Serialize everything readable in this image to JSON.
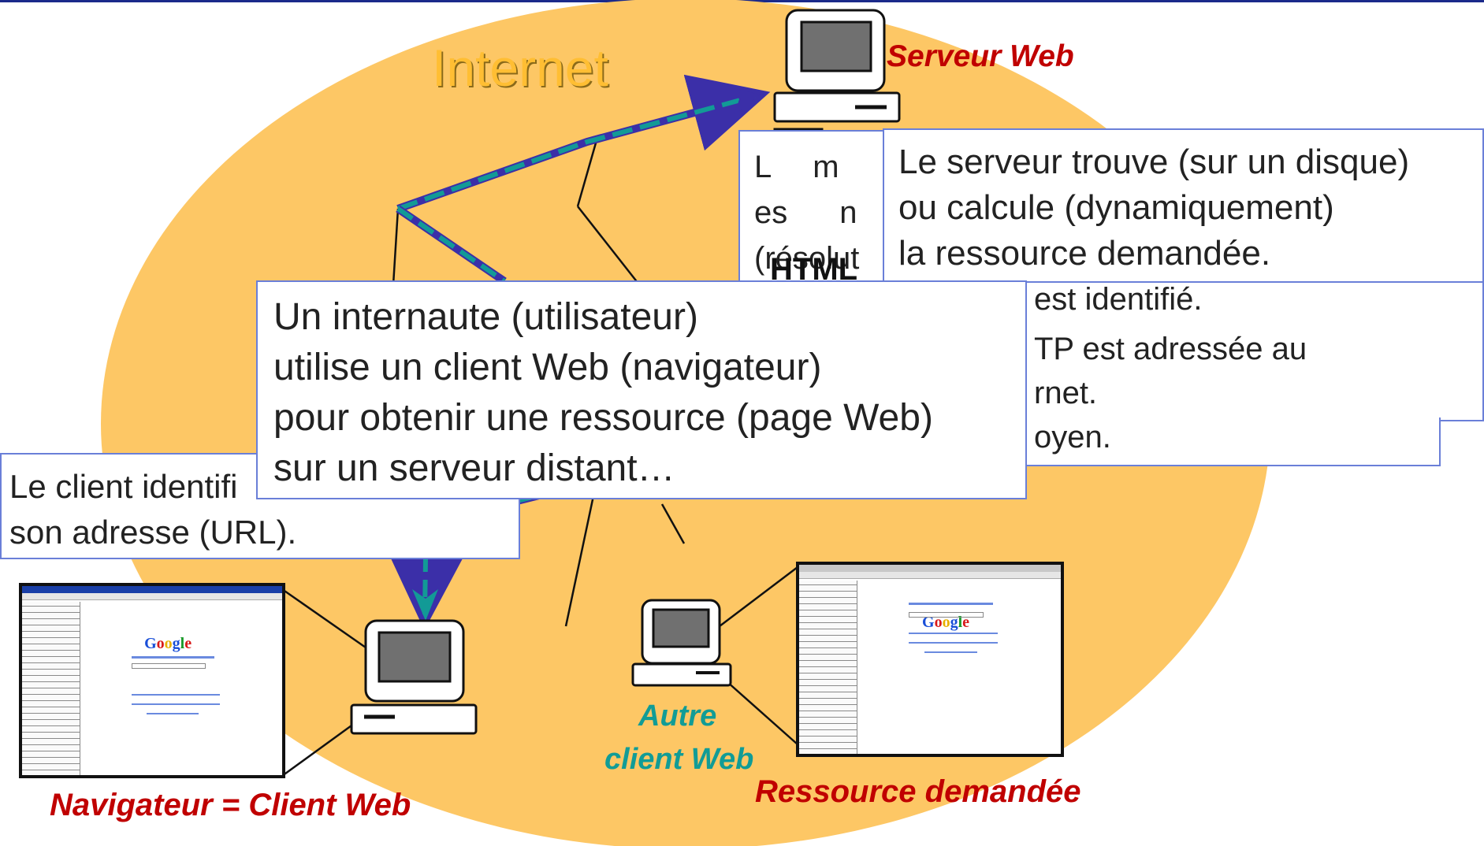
{
  "colors": {
    "ellipse": "#fdc765",
    "header_rule": "#1b2a8a",
    "arrow_blue": "#3b2fa8",
    "arrow_teal": "#129a96",
    "label_red": "#c00000",
    "label_teal": "#119c96",
    "callout_border": "#6a7fd8",
    "doc_blue": "#6567ad",
    "doc_teal": "#0fa19b"
  },
  "labels": {
    "internet": "Internet",
    "server": "Serveur  Web",
    "html_tag": "HTML",
    "navigator": "Navigateur  = Client Web",
    "other_client_line1": "Autre",
    "other_client_line2": "client Web",
    "resource": "Ressource demandée"
  },
  "callouts": {
    "server_finds": [
      "Le serveur trouve (sur un disque)",
      "ou calcule (dynamiquement)",
      "la ressource demandée."
    ],
    "internaute": [
      "Un internaute (utilisateur)",
      "utilise un client Web (navigateur)",
      "pour obtenir une ressource (page Web)",
      "sur un serveur distant…"
    ],
    "client_identifies": [
      "Le client identifi",
      "son adresse (URL)."
    ],
    "hidden_left": [
      "L",
      "es",
      "(résolut"
    ],
    "hidden_left_m": "m",
    "hidden_left_n": "n",
    "hidden_right": [
      "est identifié.",
      "TP est adressée au",
      "rnet.",
      "oyen."
    ]
  },
  "screenshot_content": {
    "logo_letters": [
      "G",
      "o",
      "o",
      "g",
      "l",
      "e"
    ]
  }
}
